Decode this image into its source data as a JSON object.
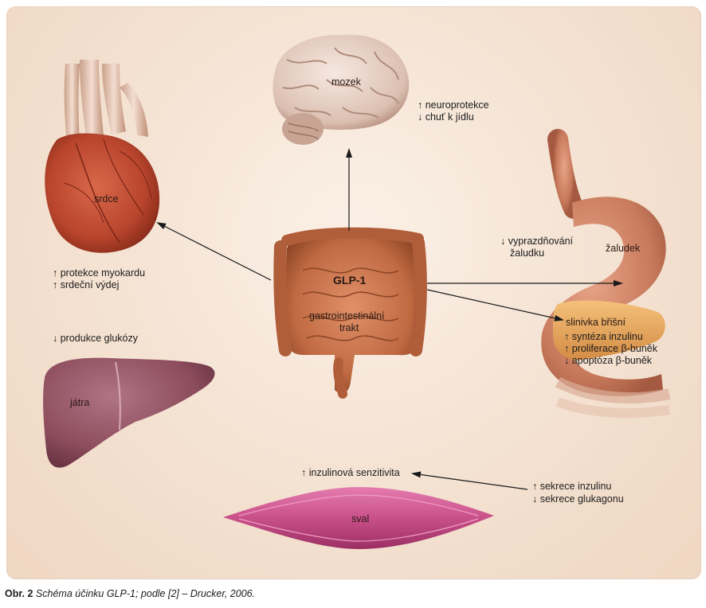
{
  "organs": {
    "brain": "mozek",
    "heart": "srdce",
    "stomach": "žaludek",
    "liver": "játra",
    "muscle": "sval",
    "gut_title": "GLP-1",
    "gut_label_1": "gastrointestinální",
    "gut_label_2": "trakt",
    "pancreas": "slinivka břišní"
  },
  "effects": {
    "brain": [
      "↑ neuroprotekce",
      "↓ chuť k jídlu"
    ],
    "heart": [
      "↑ protekce myokardu",
      "↑ srdeční výdej"
    ],
    "liver": [
      "↓ produkce glukózy"
    ],
    "stomach": [
      "↓ vyprazdňování",
      "žaludku"
    ],
    "pancreas": [
      "↑ syntéza inzulinu",
      "↑ proliferace β-buněk",
      "↓ apoptóza β-buněk"
    ],
    "muscle": [
      "↑ inzulinová senzitivita"
    ],
    "islet": [
      "↑ sekrece inzulinu",
      "↓ sekrece glukagonu"
    ]
  },
  "caption": {
    "prefix": "Obr. 2",
    "text": "Schéma účinku GLP-1; podle [2] – Drucker, 2006."
  },
  "colors": {
    "background": "#f3e0cf",
    "heart": "#b8452c",
    "brain": "#e8d2c6",
    "liver": "#8c4c5c",
    "muscle": "#c9508a",
    "stomach": "#c87a5c",
    "pancreas": "#e8a45c",
    "gut": "#c06a42",
    "arrow": "#1a1a1a"
  }
}
